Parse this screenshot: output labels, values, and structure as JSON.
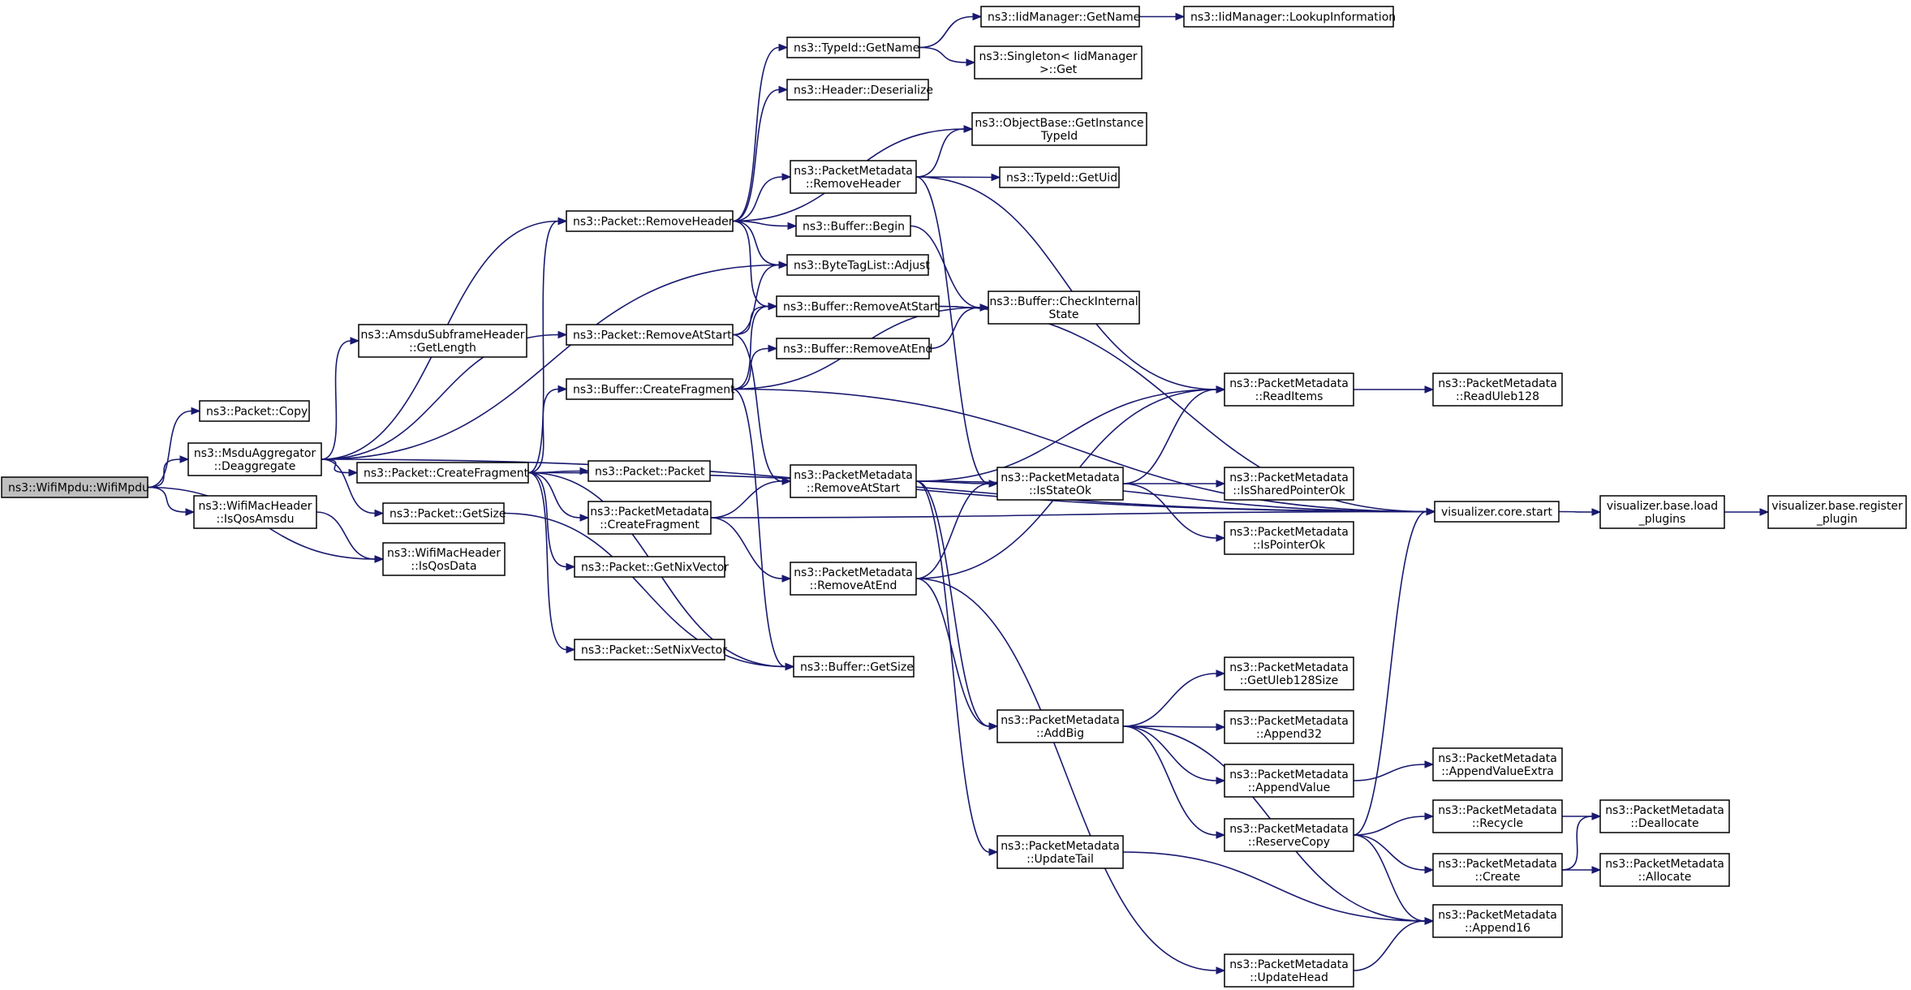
{
  "nodes": [
    {
      "id": "wifimpdu",
      "lines": [
        "ns3::WifiMpdu::WifiMpdu"
      ],
      "root": true
    },
    {
      "id": "copy",
      "lines": [
        "ns3::Packet::Copy"
      ]
    },
    {
      "id": "deagg",
      "lines": [
        "ns3::MsduAggregator",
        "::Deaggregate"
      ]
    },
    {
      "id": "isqosamsdu",
      "lines": [
        "ns3::WifiMacHeader",
        "::IsQosAmsdu"
      ]
    },
    {
      "id": "isqosdata",
      "lines": [
        "ns3::WifiMacHeader",
        "::IsQosData"
      ]
    },
    {
      "id": "amsdulen",
      "lines": [
        "ns3::AmsduSubframeHeader",
        "::GetLength"
      ]
    },
    {
      "id": "pktcreatefrag",
      "lines": [
        "ns3::Packet::CreateFragment"
      ]
    },
    {
      "id": "pktgetsize",
      "lines": [
        "ns3::Packet::GetSize"
      ]
    },
    {
      "id": "pktremovehdr",
      "lines": [
        "ns3::Packet::RemoveHeader"
      ]
    },
    {
      "id": "pktremoveatstart",
      "lines": [
        "ns3::Packet::RemoveAtStart"
      ]
    },
    {
      "id": "bufcreatefrag",
      "lines": [
        "ns3::Buffer::CreateFragment"
      ]
    },
    {
      "id": "pktpacket",
      "lines": [
        "ns3::Packet::Packet"
      ]
    },
    {
      "id": "pmcreatefrag",
      "lines": [
        "ns3::PacketMetadata",
        "::CreateFragment"
      ]
    },
    {
      "id": "getnix",
      "lines": [
        "ns3::Packet::GetNixVector"
      ]
    },
    {
      "id": "setnix",
      "lines": [
        "ns3::Packet::SetNixVector"
      ]
    },
    {
      "id": "typeidgetname",
      "lines": [
        "ns3::TypeId::GetName"
      ]
    },
    {
      "id": "hdrdeser",
      "lines": [
        "ns3::Header::Deserialize"
      ]
    },
    {
      "id": "pmremovehdr",
      "lines": [
        "ns3::PacketMetadata",
        "::RemoveHeader"
      ]
    },
    {
      "id": "bufbegin",
      "lines": [
        "ns3::Buffer::Begin"
      ]
    },
    {
      "id": "btladjust",
      "lines": [
        "ns3::ByteTagList::Adjust"
      ]
    },
    {
      "id": "bufremoveatstart",
      "lines": [
        "ns3::Buffer::RemoveAtStart"
      ]
    },
    {
      "id": "bufremoveatend",
      "lines": [
        "ns3::Buffer::RemoveAtEnd"
      ]
    },
    {
      "id": "pmremoveatstart",
      "lines": [
        "ns3::PacketMetadata",
        "::RemoveAtStart"
      ]
    },
    {
      "id": "pmremoveatend",
      "lines": [
        "ns3::PacketMetadata",
        "::RemoveAtEnd"
      ]
    },
    {
      "id": "bufgetsize",
      "lines": [
        "ns3::Buffer::GetSize"
      ]
    },
    {
      "id": "iidgetname",
      "lines": [
        "ns3::IidManager::GetName"
      ]
    },
    {
      "id": "singleton",
      "lines": [
        "ns3::Singleton< IidManager",
        ">::Get"
      ]
    },
    {
      "id": "getinsttypeid",
      "lines": [
        "ns3::ObjectBase::GetInstance",
        "TypeId"
      ]
    },
    {
      "id": "getuid",
      "lines": [
        "ns3::TypeId::GetUid"
      ]
    },
    {
      "id": "checkinternal",
      "lines": [
        "ns3::Buffer::CheckInternal",
        "State"
      ]
    },
    {
      "id": "isstateok",
      "lines": [
        "ns3::PacketMetadata",
        "::IsStateOk"
      ]
    },
    {
      "id": "addbig",
      "lines": [
        "ns3::PacketMetadata",
        "::AddBig"
      ]
    },
    {
      "id": "updatetail",
      "lines": [
        "ns3::PacketMetadata",
        "::UpdateTail"
      ]
    },
    {
      "id": "lookupinfo",
      "lines": [
        "ns3::IidManager::LookupInformation"
      ]
    },
    {
      "id": "readitems",
      "lines": [
        "ns3::PacketMetadata",
        "::ReadItems"
      ]
    },
    {
      "id": "issharedptr",
      "lines": [
        "ns3::PacketMetadata",
        "::IsSharedPointerOk"
      ]
    },
    {
      "id": "isptrok",
      "lines": [
        "ns3::PacketMetadata",
        "::IsPointerOk"
      ]
    },
    {
      "id": "getuleb",
      "lines": [
        "ns3::PacketMetadata",
        "::GetUleb128Size"
      ]
    },
    {
      "id": "append32",
      "lines": [
        "ns3::PacketMetadata",
        "::Append32"
      ]
    },
    {
      "id": "appendvalue",
      "lines": [
        "ns3::PacketMetadata",
        "::AppendValue"
      ]
    },
    {
      "id": "reservecopy",
      "lines": [
        "ns3::PacketMetadata",
        "::ReserveCopy"
      ]
    },
    {
      "id": "updatehead",
      "lines": [
        "ns3::PacketMetadata",
        "::UpdateHead"
      ]
    },
    {
      "id": "readuleb",
      "lines": [
        "ns3::PacketMetadata",
        "::ReadUleb128"
      ]
    },
    {
      "id": "vizstart",
      "lines": [
        "visualizer.core.start"
      ]
    },
    {
      "id": "appendvalueextra",
      "lines": [
        "ns3::PacketMetadata",
        "::AppendValueExtra"
      ]
    },
    {
      "id": "recycle",
      "lines": [
        "ns3::PacketMetadata",
        "::Recycle"
      ]
    },
    {
      "id": "pmcreate",
      "lines": [
        "ns3::PacketMetadata",
        "::Create"
      ]
    },
    {
      "id": "append16",
      "lines": [
        "ns3::PacketMetadata",
        "::Append16"
      ]
    },
    {
      "id": "vizload",
      "lines": [
        "visualizer.base.load",
        "_plugins"
      ]
    },
    {
      "id": "dealloc",
      "lines": [
        "ns3::PacketMetadata",
        "::Deallocate"
      ]
    },
    {
      "id": "alloc",
      "lines": [
        "ns3::PacketMetadata",
        "::Allocate"
      ]
    },
    {
      "id": "vizregister",
      "lines": [
        "visualizer.base.register",
        "_plugin"
      ]
    }
  ],
  "edges": [
    [
      "wifimpdu",
      "copy"
    ],
    [
      "wifimpdu",
      "deagg"
    ],
    [
      "wifimpdu",
      "isqosamsdu"
    ],
    [
      "wifimpdu",
      "isqosdata"
    ],
    [
      "isqosamsdu",
      "isqosdata"
    ],
    [
      "deagg",
      "amsdulen"
    ],
    [
      "deagg",
      "pktcreatefrag"
    ],
    [
      "deagg",
      "pktgetsize"
    ],
    [
      "deagg",
      "pktremovehdr"
    ],
    [
      "deagg",
      "pktremoveatstart"
    ],
    [
      "deagg",
      "btladjust"
    ],
    [
      "deagg",
      "vizstart"
    ],
    [
      "pktcreatefrag",
      "pktpacket"
    ],
    [
      "pktcreatefrag",
      "pmcreatefrag"
    ],
    [
      "pktcreatefrag",
      "getnix"
    ],
    [
      "pktcreatefrag",
      "setnix"
    ],
    [
      "pktcreatefrag",
      "bufcreatefrag"
    ],
    [
      "pktcreatefrag",
      "bufgetsize"
    ],
    [
      "pktcreatefrag",
      "pktremovehdr"
    ],
    [
      "pktcreatefrag",
      "vizstart"
    ],
    [
      "pktgetsize",
      "bufgetsize"
    ],
    [
      "pktremovehdr",
      "typeidgetname"
    ],
    [
      "pktremovehdr",
      "hdrdeser"
    ],
    [
      "pktremovehdr",
      "getinsttypeid"
    ],
    [
      "pktremovehdr",
      "pmremovehdr"
    ],
    [
      "pktremovehdr",
      "bufbegin"
    ],
    [
      "pktremovehdr",
      "btladjust"
    ],
    [
      "pktremovehdr",
      "bufremoveatstart"
    ],
    [
      "pktremoveatstart",
      "btladjust"
    ],
    [
      "pktremoveatstart",
      "bufremoveatstart"
    ],
    [
      "pktremoveatstart",
      "pmremoveatstart"
    ],
    [
      "bufcreatefrag",
      "bufremoveatstart"
    ],
    [
      "bufcreatefrag",
      "bufremoveatend"
    ],
    [
      "bufcreatefrag",
      "checkinternal"
    ],
    [
      "bufcreatefrag",
      "bufgetsize"
    ],
    [
      "bufcreatefrag",
      "vizstart"
    ],
    [
      "pmcreatefrag",
      "pmremoveatstart"
    ],
    [
      "pmcreatefrag",
      "pmremoveatend"
    ],
    [
      "pmcreatefrag",
      "vizstart"
    ],
    [
      "typeidgetname",
      "iidgetname"
    ],
    [
      "typeidgetname",
      "singleton"
    ],
    [
      "iidgetname",
      "lookupinfo"
    ],
    [
      "pmremovehdr",
      "getinsttypeid"
    ],
    [
      "pmremovehdr",
      "getuid"
    ],
    [
      "pmremovehdr",
      "isstateok"
    ],
    [
      "pmremovehdr",
      "readitems"
    ],
    [
      "bufbegin",
      "checkinternal"
    ],
    [
      "bufremoveatstart",
      "checkinternal"
    ],
    [
      "bufremoveatstart",
      "vizstart"
    ],
    [
      "bufremoveatend",
      "checkinternal"
    ],
    [
      "pmremoveatstart",
      "readitems"
    ],
    [
      "pmremoveatstart",
      "isstateok"
    ],
    [
      "pmremoveatstart",
      "addbig"
    ],
    [
      "pmremoveatstart",
      "updatetail"
    ],
    [
      "pmremoveatstart",
      "vizstart"
    ],
    [
      "pmremoveatend",
      "isstateok"
    ],
    [
      "pmremoveatend",
      "readitems"
    ],
    [
      "pmremoveatend",
      "addbig"
    ],
    [
      "pmremoveatend",
      "updatehead"
    ],
    [
      "isstateok",
      "readitems"
    ],
    [
      "isstateok",
      "issharedptr"
    ],
    [
      "isstateok",
      "isptrok"
    ],
    [
      "readitems",
      "readuleb"
    ],
    [
      "addbig",
      "getuleb"
    ],
    [
      "addbig",
      "append32"
    ],
    [
      "addbig",
      "appendvalue"
    ],
    [
      "addbig",
      "reservecopy"
    ],
    [
      "addbig",
      "append16"
    ],
    [
      "appendvalue",
      "appendvalueextra"
    ],
    [
      "reservecopy",
      "recycle"
    ],
    [
      "reservecopy",
      "pmcreate"
    ],
    [
      "reservecopy",
      "append16"
    ],
    [
      "reservecopy",
      "vizstart"
    ],
    [
      "recycle",
      "dealloc"
    ],
    [
      "pmcreate",
      "dealloc"
    ],
    [
      "pmcreate",
      "alloc"
    ],
    [
      "updatetail",
      "append16"
    ],
    [
      "updatehead",
      "append16"
    ],
    [
      "vizstart",
      "vizload"
    ],
    [
      "vizload",
      "vizregister"
    ]
  ]
}
